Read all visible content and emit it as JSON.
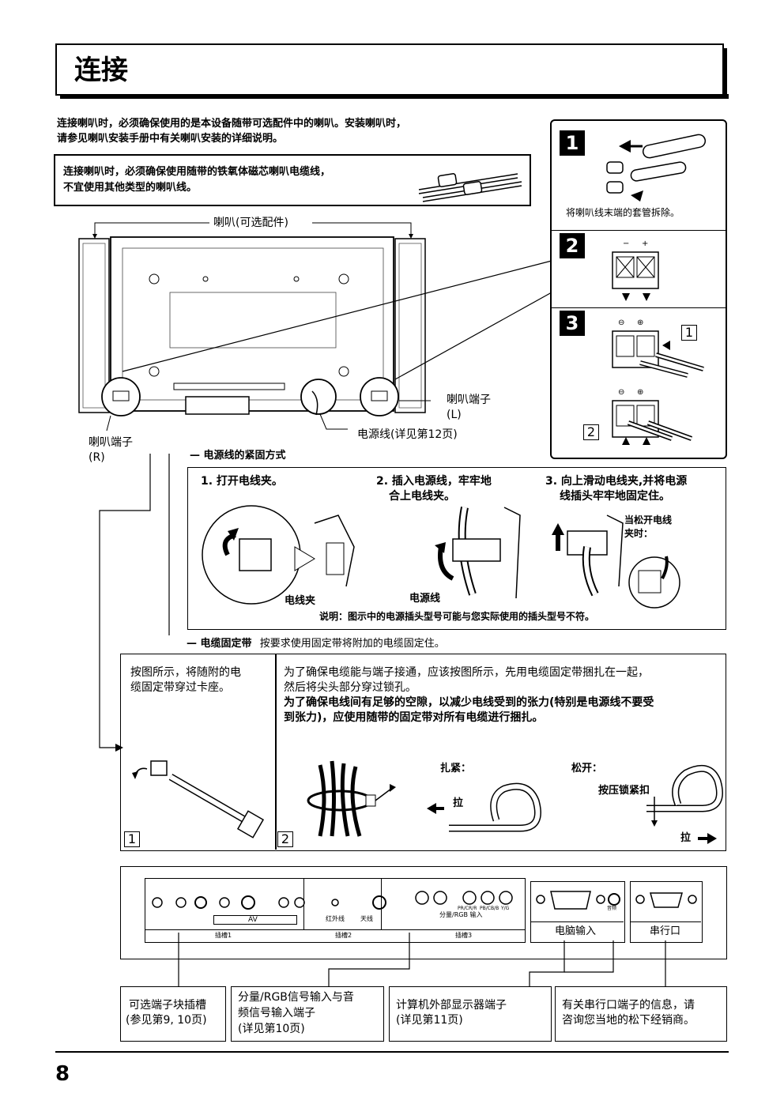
{
  "header": {
    "title": "连接"
  },
  "intro": {
    "line1": "连接喇叭时，必须确保使用的是本设备随带可选配件中的喇叭。安装喇叭时，",
    "line2": "请参见喇叭安装手册中有关喇叭安装的详细说明。"
  },
  "warning": {
    "line1": "连接喇叭时，必须确保使用随带的铁氧体磁芯喇叭电缆线，",
    "line2": "不宜使用其他类型的喇叭线。"
  },
  "rear": {
    "speaker_label": "喇叭(可选配件)",
    "speaker_left_l1": "喇叭端子",
    "speaker_left_l2": "(L)",
    "speaker_right_l1": "喇叭端子",
    "speaker_right_l2": "(R)",
    "power_label": "电源线(详见第12页)"
  },
  "steps": {
    "s1_num": "1",
    "s1_caption": "将喇叭线末端的套管拆除。",
    "s2_num": "2",
    "s3_num": "3",
    "marker1": "1",
    "marker2": "2"
  },
  "power": {
    "heading": "电源线的紧固方式",
    "step1": "1. 打开电线夹。",
    "step2_l1": "2. 插入电源线，牢牢地",
    "step2_l2": "合上电线夹。",
    "step3_l1": "3. 向上滑动电线夹,并将电源",
    "step3_l2": "线插头牢牢地固定住。",
    "release_l1": "当松开电线",
    "release_l2": "夹时：",
    "clamp_label": "电线夹",
    "cord_label": "电源线",
    "note": "说明：图示中的电源插头型号可能与您实际使用的插头型号不符。"
  },
  "cable": {
    "heading": "电缆固定带",
    "heading_desc": "按要求使用固定带将附加的电缆固定住。",
    "left_l1": "按图所示，将随附的电",
    "left_l2": "缆固定带穿过卡座。",
    "right_l1": "为了确保电缆能与端子接通，应该按图所示，先用电缆固定带捆扎在一起，",
    "right_l2": "然后将尖头部分穿过锁孔。",
    "right_b1": "为了确保电线间有足够的空隙，以减少电线受到的张力(特别是电源线不要受",
    "right_b2": "到张力)，应使用随带的固定带对所有电缆进行捆扎。",
    "tighten": "扎紧：",
    "loosen": "松开：",
    "press": "按压锁紧扣",
    "pull1": "拉",
    "pull2": "拉",
    "num1": "1",
    "num2": "2"
  },
  "terminals": {
    "av": "AV",
    "ir": "红外线",
    "antenna": "天线",
    "slot1": "插槽1",
    "slot2": "插槽2",
    "slot3": "插槽3",
    "component_rgb": "分量/RGB 输入",
    "pc_in": "电脑输入",
    "serial": "串行口",
    "pr": "PR/CR/R",
    "pb": "PB/CB/B",
    "yg": "Y/G",
    "audio": "音频"
  },
  "boxes": {
    "b1_l1": "可选端子块插槽",
    "b1_l2": "(参见第9, 10页)",
    "b2_l1": "分量/RGB信号输入与音",
    "b2_l2": "频信号输入端子",
    "b2_l3": "(详见第10页)",
    "b3_l1": "计算机外部显示器端子",
    "b3_l2": "(详见第11页)",
    "b4_l1": "有关串行口端子的信息，请",
    "b4_l2": "咨询您当地的松下经销商。"
  },
  "footer": {
    "page_number": "8"
  }
}
